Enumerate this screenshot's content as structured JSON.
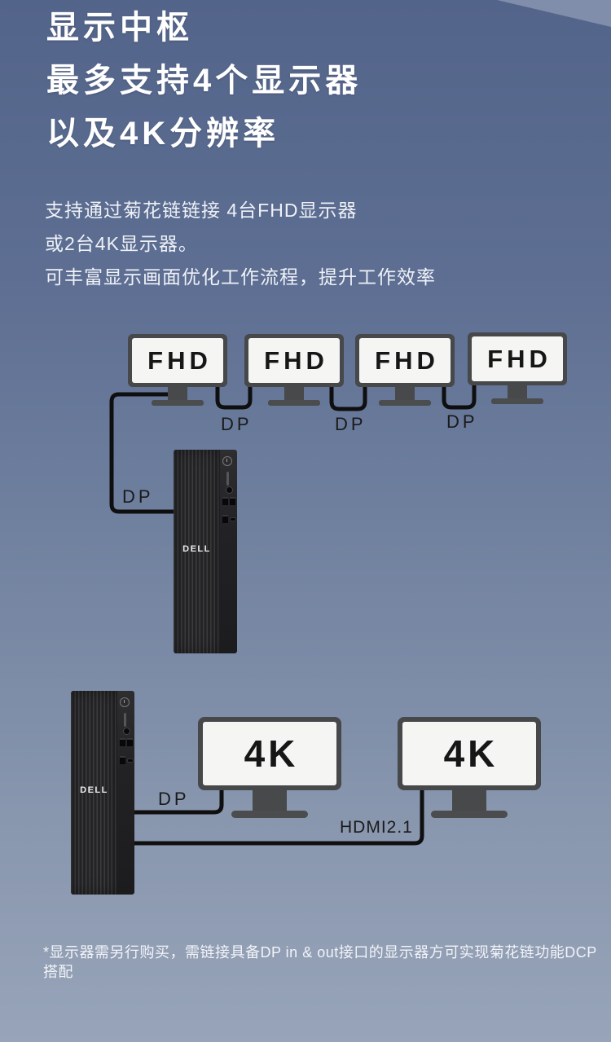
{
  "colors": {
    "background_top": "#53648a",
    "background_bottom": "#97a4b9",
    "corner_highlight": "#8d9fbb",
    "monitor_bezel": "#464849",
    "monitor_screen": "#f5f5f4",
    "cable": "#0f0f0f",
    "connection_label_text": "#1a1a1a",
    "title_text": "#ffffff"
  },
  "header": {
    "title_line1": "显示中枢",
    "title_line2": "最多支持4个显示器",
    "title_line3": "以及4K分辨率",
    "subtitle_line1": "支持通过菊花链链接 4台FHD显示器",
    "subtitle_line2": "或2台4K显示器。",
    "subtitle_line3": "可丰富显示画面优化工作流程，提升工作效率"
  },
  "fhd_diagram": {
    "monitor_labels": [
      "FHD",
      "FHD",
      "FHD",
      "FHD"
    ],
    "dp_labels": [
      "DP",
      "DP",
      "DP",
      "DP"
    ]
  },
  "uhd_diagram": {
    "monitor_labels": [
      "4K",
      "4K"
    ],
    "dp_label": "DP",
    "hdmi_label": "HDMI2.1"
  },
  "tower": {
    "brand": "DELL"
  },
  "footnote": "*显示器需另行购买，需链接具备DP in & out接口的显示器方可实现菊花链功能DCP搭配"
}
